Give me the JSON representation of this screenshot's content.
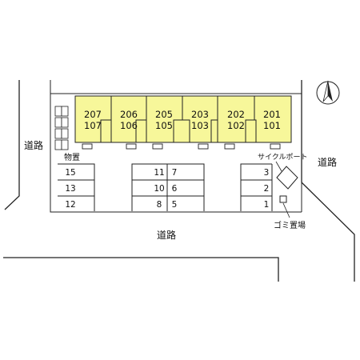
{
  "roads": {
    "left": "道路",
    "right": "道路",
    "bottom": "道路"
  },
  "labels": {
    "storage": "物置",
    "bicycle": "サイクルポート",
    "garbage": "ゴミ置場"
  },
  "units": [
    {
      "upper": "207",
      "lower": "107"
    },
    {
      "upper": "206",
      "lower": "106"
    },
    {
      "upper": "205",
      "lower": "105"
    },
    {
      "upper": "203",
      "lower": "103"
    },
    {
      "upper": "202",
      "lower": "102"
    },
    {
      "upper": "201",
      "lower": "101"
    }
  ],
  "parking": {
    "left": [
      "15",
      "13",
      "12"
    ],
    "middle_left": [
      "11",
      "10",
      "8"
    ],
    "middle_right": [
      "7",
      "6",
      "5"
    ],
    "right": [
      "3",
      "2",
      "1"
    ]
  },
  "colors": {
    "building": "#f7f79a",
    "line": "#222222"
  }
}
